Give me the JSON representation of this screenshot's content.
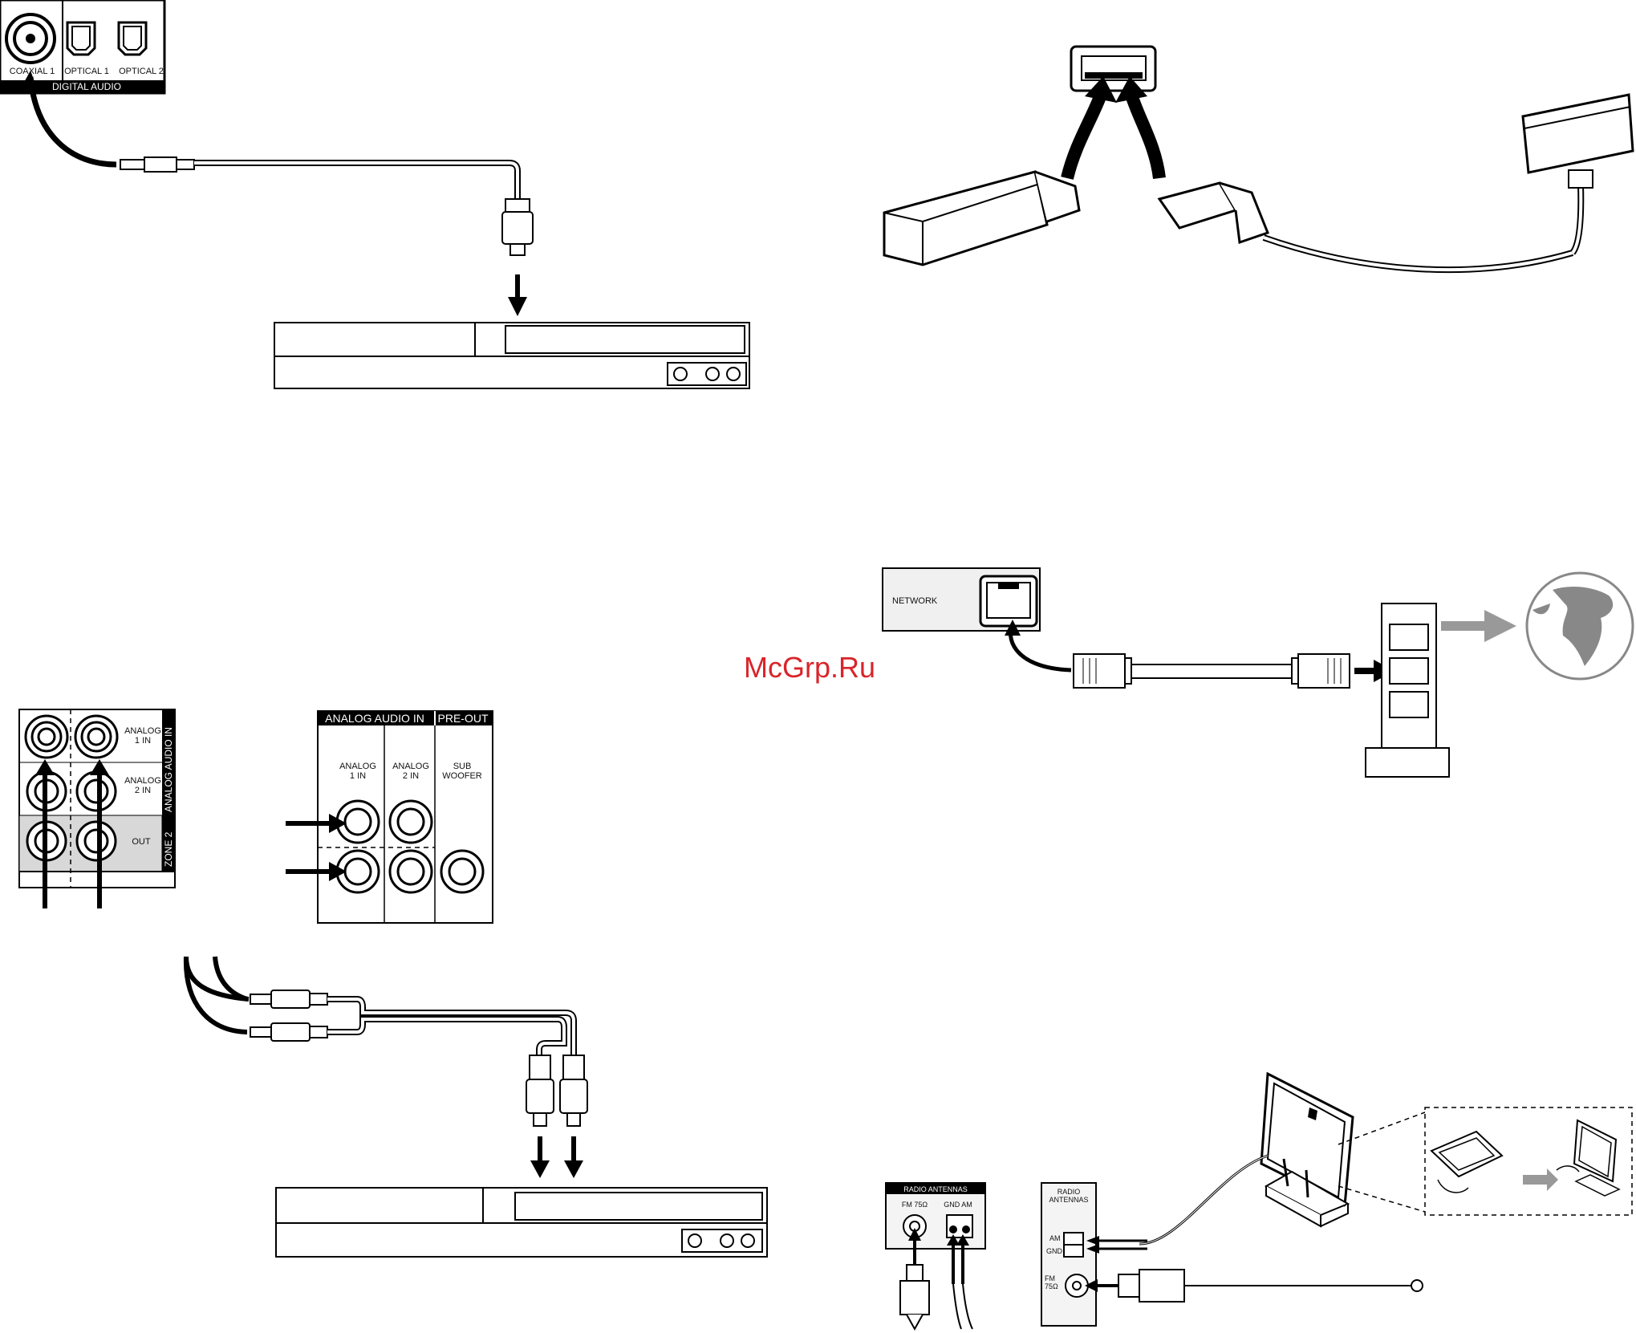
{
  "watermark": "McGrp.Ru",
  "digital_audio": {
    "header": "DIGITAL AUDIO",
    "coaxial_label": "COAXIAL 1",
    "optical1_label": "OPTICAL 1",
    "optical2_label": "OPTICAL 2"
  },
  "network_panel": {
    "label": "NETWORK"
  },
  "analog_panel_small": {
    "analog1_label": "ANALOG\n1 IN",
    "analog2_label": "ANALOG\n2 IN",
    "out_label": "OUT",
    "side_label": "ANALOG AUDIO IN",
    "zone_label": "ZONE 2"
  },
  "analog_panel_large": {
    "header_left": "ANALOG AUDIO IN",
    "header_right": "PRE-OUT",
    "analog1_label": "ANALOG\n1 IN",
    "analog2_label": "ANALOG\n2 IN",
    "sub_label": "SUB\nWOOFER"
  },
  "radio_panel_front": {
    "header": "RADIO ANTENNAS",
    "fm_label": "FM 75Ω",
    "gnd_am_label": "GND  AM"
  },
  "radio_panel_side": {
    "header": "RADIO\nANTENNAS",
    "am_label": "AM",
    "gnd_label": "GND",
    "fm_label": "FM\n75Ω"
  }
}
